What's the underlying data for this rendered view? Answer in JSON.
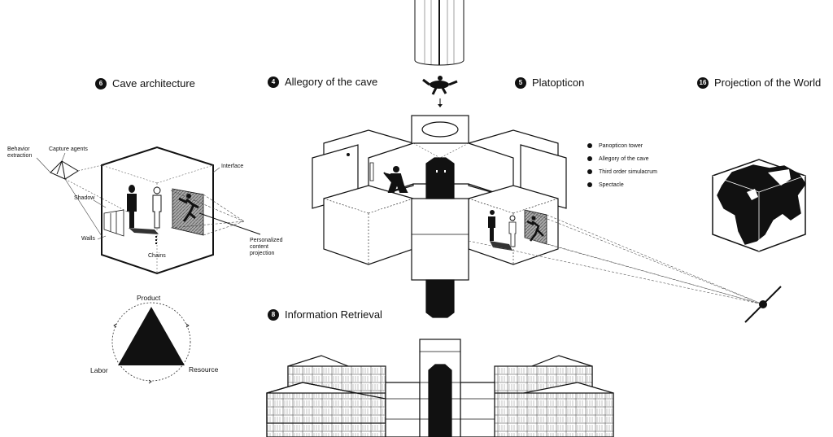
{
  "sections": {
    "cave_architecture": {
      "number": "6",
      "title": "Cave architecture"
    },
    "allegory": {
      "number": "4",
      "title": "Allegory of the cave"
    },
    "platopticon": {
      "number": "5",
      "title": "Platopticon"
    },
    "projection": {
      "number": "16",
      "title": "Projection of the World"
    },
    "information_retrieval": {
      "number": "8",
      "title": "Information Retrieval"
    }
  },
  "cave_labels": {
    "behavior_extraction": "Behavior extraction",
    "capture_agents": "Capture agents",
    "interface": "Interface",
    "shadow": "Shadow",
    "walls": "Walls",
    "chains": "Chains",
    "personalized_projection": "Personalized content projection"
  },
  "triangle": {
    "top": "Product",
    "left": "Labor",
    "right": "Resource"
  },
  "legend": [
    "Panopticon tower",
    "Allegory of the cave",
    "Third order simulacrum",
    "Spectacle"
  ]
}
